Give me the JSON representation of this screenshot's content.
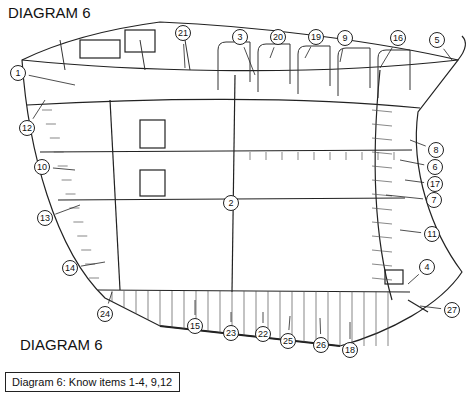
{
  "diagram": {
    "title": "DIAGRAM 6",
    "caption": "DIAGRAM 6",
    "nodes": [
      {
        "text": [
          "Diagram 6: Know items 1-4, 9,12"
        ]
      }
    ],
    "labels": [
      "1",
      "2",
      "3",
      "4",
      "5",
      "6",
      "7",
      "8",
      "9",
      "10",
      "11",
      "12",
      "13",
      "14",
      "15",
      "16",
      "17",
      "18",
      "19",
      "20",
      "21",
      "22",
      "23",
      "24",
      "25",
      "26",
      "27"
    ]
  }
}
